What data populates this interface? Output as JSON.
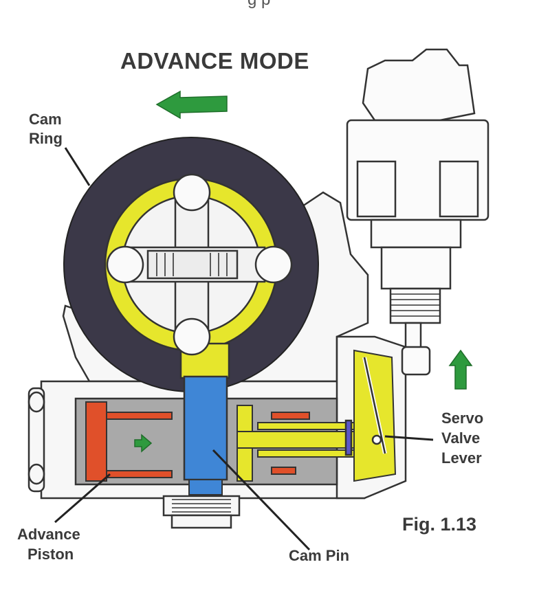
{
  "header": {
    "cut_off_text": "g                p"
  },
  "title": "ADVANCE MODE",
  "labels": {
    "cam_ring_line1": "Cam",
    "cam_ring_line2": "Ring",
    "servo_line1": "Servo",
    "servo_line2": "Valve",
    "servo_line3": "Lever",
    "advance_line1": "Advance",
    "advance_line2": "Piston",
    "cam_pin": "Cam Pin"
  },
  "figure_number": "Fig. 1.13",
  "colors": {
    "cam_ring": "#3b3848",
    "yellow": "#e6e62c",
    "blue": "#3f86d6",
    "red": "#e0502a",
    "gray": "#a9a9a9",
    "green": "#2e9a3e",
    "outline": "#333333"
  }
}
